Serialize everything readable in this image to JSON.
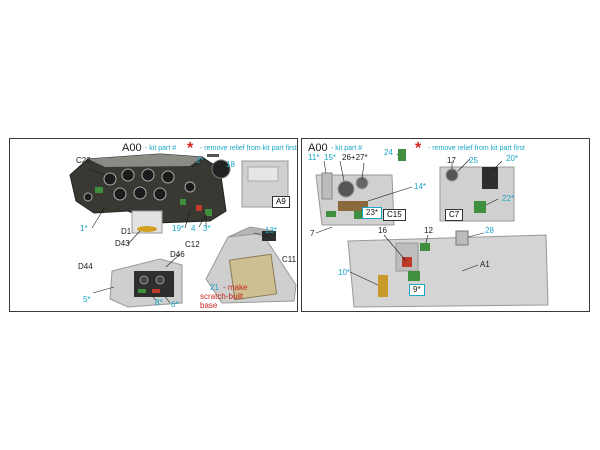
{
  "left": {
    "header": {
      "code": "A00",
      "kit": "- kit part #",
      "note": "- remove relief from kit part first"
    },
    "labels": {
      "c23": "C23",
      "d1": "D1",
      "d43": "D43",
      "d44": "D44",
      "d46": "D46",
      "c12": "C12",
      "c11": "C11",
      "a9": "A9",
      "n18": "18",
      "n2": "2*",
      "n1": "1*",
      "n19": "19*",
      "n4": "4",
      "n3": "3*",
      "n5": "5*",
      "n8": "8*",
      "n6": "6*",
      "n13": "13*",
      "n21": "21",
      "make1": "- make",
      "make2": "scratch-built",
      "make3": "base"
    }
  },
  "right": {
    "header": {
      "code": "A00",
      "kit": "- kit part #",
      "note": "- remove relief from kit part first"
    },
    "labels": {
      "n11": "11*",
      "n15": "15*",
      "n26": "26+27*",
      "n24": "24",
      "n14": "14*",
      "n23": "23*",
      "c15": "C15",
      "n7": "7",
      "n17": "17",
      "n25": "25",
      "n20": "20*",
      "n22": "22*",
      "c7": "C7",
      "n16": "16",
      "n12": "12",
      "n28": "28",
      "n10": "10*",
      "n9": "9*",
      "a1": "A1"
    }
  },
  "colors": {
    "accent": "#1aa6c7",
    "marker_red": "#d6261d",
    "part_grey": "#c9c9c9",
    "panel_dark": "#2b2a27"
  }
}
